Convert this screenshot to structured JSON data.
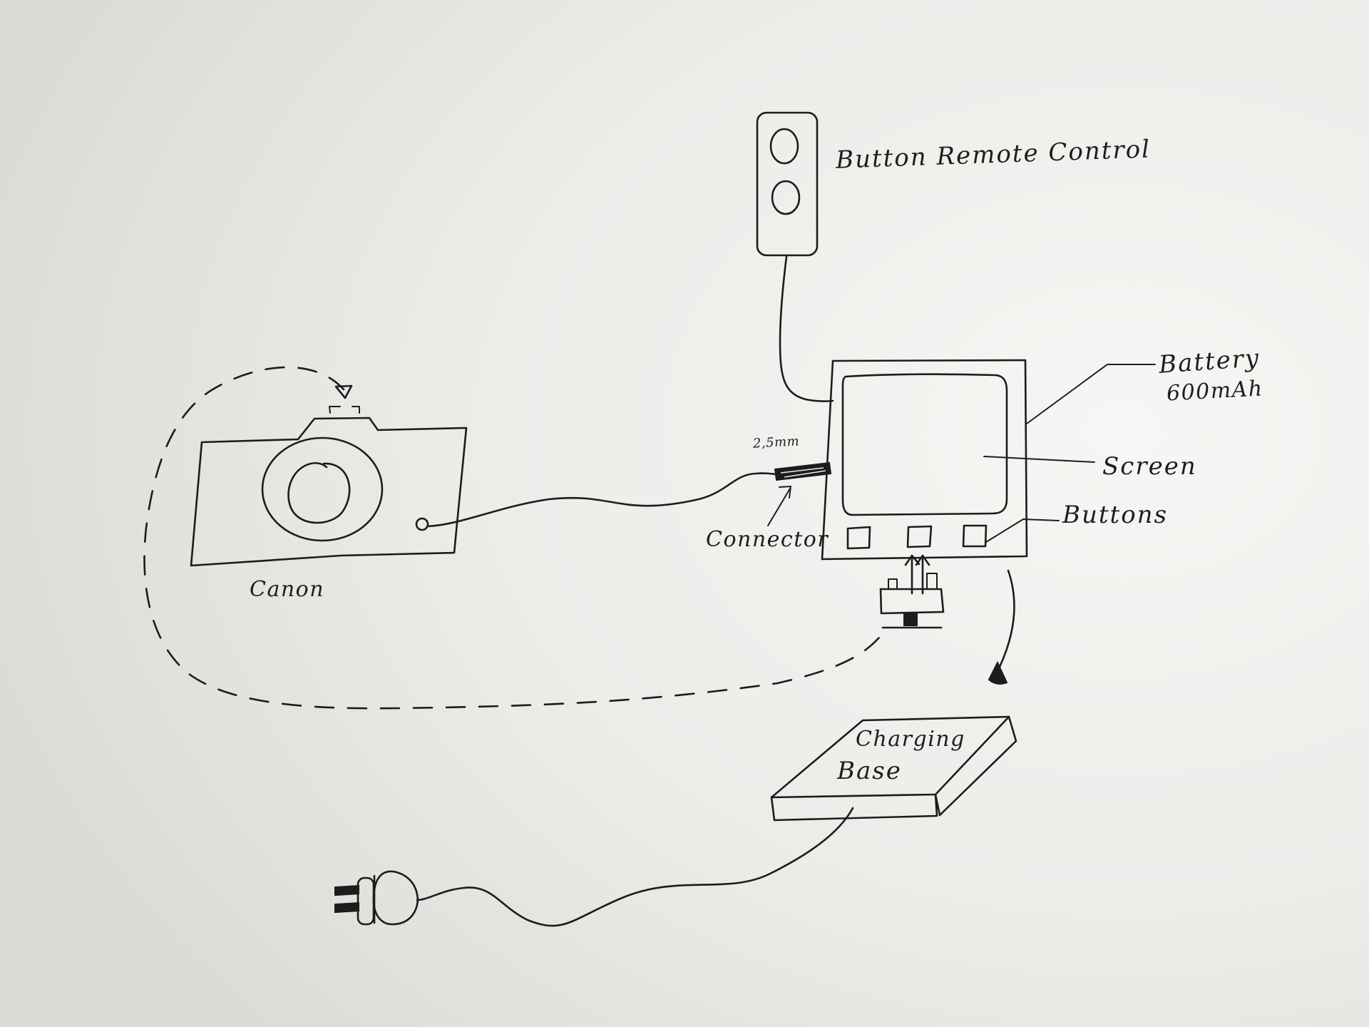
{
  "labels": {
    "remote": "Button Remote Control",
    "battery_line1": "Battery",
    "battery_line2": "600mAh",
    "screen": "Screen",
    "buttons": "Buttons",
    "jack_size": "2,5mm",
    "connector": "Connector",
    "camera": "Canon",
    "charging_line1": "Charging",
    "charging_line2": "Base"
  },
  "colors": {
    "paper": "#eeedea",
    "ink": "#1c1c1c"
  },
  "icons": {
    "camera": "camera-icon",
    "remote": "remote-control-icon",
    "device": "display-device-icon",
    "charging_base": "charging-base-icon",
    "plug": "power-plug-icon"
  }
}
